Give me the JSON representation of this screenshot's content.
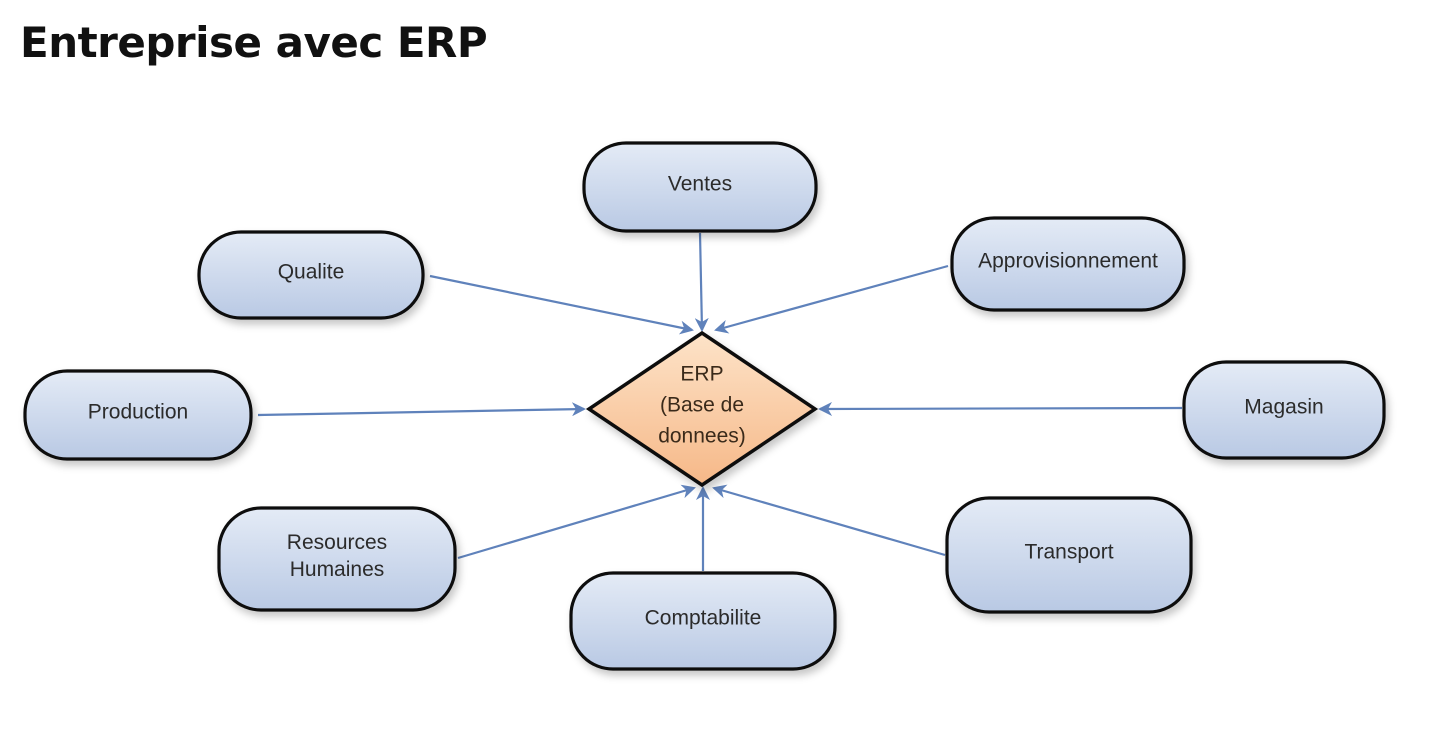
{
  "title": "Entreprise avec ERP",
  "center": {
    "lines": [
      "ERP",
      "(Base de",
      "donnees)"
    ]
  },
  "nodes": [
    {
      "id": "ventes",
      "lines": [
        "Ventes"
      ]
    },
    {
      "id": "qualite",
      "lines": [
        "Qualite"
      ]
    },
    {
      "id": "approvisionnement",
      "lines": [
        "Approvisionnement"
      ]
    },
    {
      "id": "production",
      "lines": [
        "Production"
      ]
    },
    {
      "id": "magasin",
      "lines": [
        "Magasin"
      ]
    },
    {
      "id": "resources-humaines",
      "lines": [
        "Resources",
        "Humaines"
      ]
    },
    {
      "id": "comptabilite",
      "lines": [
        "Comptabilite"
      ]
    },
    {
      "id": "transport",
      "lines": [
        "Transport"
      ]
    }
  ],
  "colors": {
    "node_fill_top": "#e4ebf6",
    "node_fill_bottom": "#b9c9e4",
    "node_stroke": "#111111",
    "center_fill_top": "#fde3c8",
    "center_fill_bottom": "#f6b888",
    "arrow": "#5f82bb"
  }
}
